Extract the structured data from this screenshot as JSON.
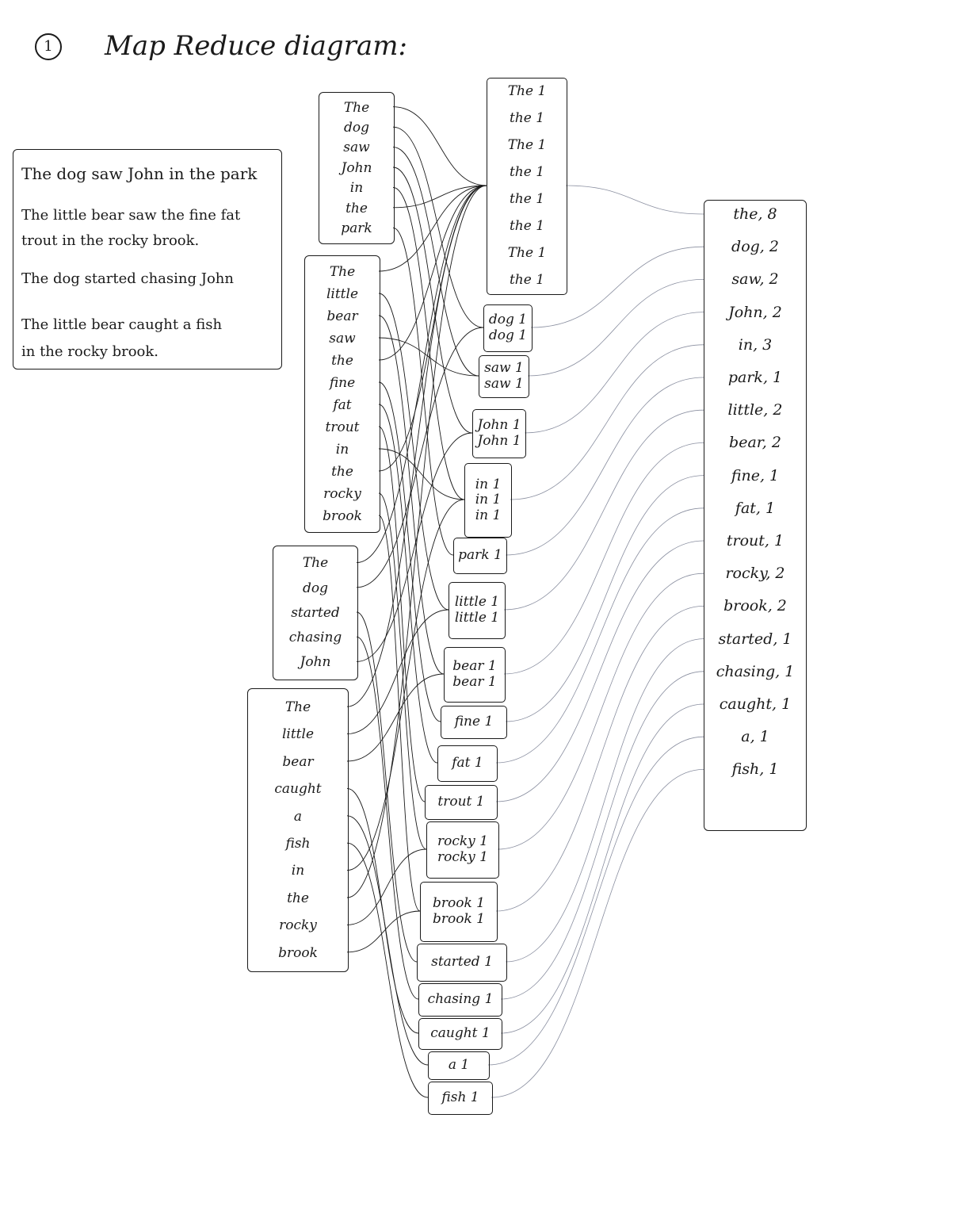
{
  "heading": {
    "number": "1",
    "title": "Map Reduce diagram:"
  },
  "input_lines": [
    "The dog saw John in the park",
    "The little bear saw the fine fat",
    "trout in the rocky brook.",
    "The dog started chasing John",
    "The little bear caught a fish",
    "in the rocky brook."
  ],
  "map_groups": [
    [
      "The",
      "dog",
      "saw",
      "John",
      "in",
      "the",
      "park"
    ],
    [
      "The",
      "little",
      "bear",
      "saw",
      "the",
      "fine",
      "fat",
      "trout",
      "in",
      "the",
      "rocky",
      "brook"
    ],
    [
      "The",
      "dog",
      "started",
      "chasing",
      "John"
    ],
    [
      "The",
      "little",
      "bear",
      "caught",
      "a",
      "fish",
      "in",
      "the",
      "rocky",
      "brook"
    ]
  ],
  "shuffle_groups": [
    [
      "The 1",
      "the 1",
      "The 1",
      "the 1",
      "the 1",
      "the 1",
      "The 1",
      "the 1"
    ],
    [
      "dog 1",
      "dog 1"
    ],
    [
      "saw 1",
      "saw 1"
    ],
    [
      "John 1",
      "John 1"
    ],
    [
      "in 1",
      "in 1",
      "in 1"
    ],
    [
      "park 1"
    ],
    [
      "little 1",
      "little 1"
    ],
    [
      "bear 1",
      "bear 1"
    ],
    [
      "fine 1"
    ],
    [
      "fat 1"
    ],
    [
      "trout 1"
    ],
    [
      "rocky 1",
      "rocky 1"
    ],
    [
      "brook 1",
      "brook 1"
    ],
    [
      "started 1"
    ],
    [
      "chasing 1"
    ],
    [
      "caught 1"
    ],
    [
      "a 1"
    ],
    [
      "fish 1"
    ]
  ],
  "reduce_results": [
    "the, 8",
    "dog, 2",
    "saw, 2",
    "John, 2",
    "in, 3",
    "park, 1",
    "little, 2",
    "bear, 2",
    "fine, 1",
    "fat, 1",
    "trout, 1",
    "rocky, 2",
    "brook, 2",
    "started, 1",
    "chasing, 1",
    "caught, 1",
    "a, 1",
    "fish, 1"
  ],
  "colors": {
    "ink": "#1a1a1a",
    "pencil": "#8a8fa0",
    "paper": "#ffffff"
  }
}
